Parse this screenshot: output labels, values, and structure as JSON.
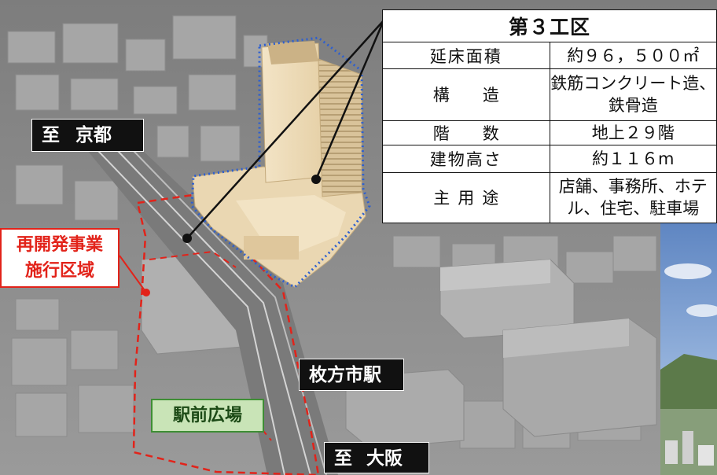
{
  "labels": {
    "kyoto": "至 京都",
    "osaka": "至 大阪",
    "station": "枚方市駅",
    "area_line1": "再開発事業",
    "area_line2": "施行区域",
    "plaza": "駅前広場"
  },
  "spec_table": {
    "title": "第３工区",
    "rows": [
      {
        "key": "延床面積",
        "value": "約９６，５００㎡"
      },
      {
        "key": "構　　造",
        "value": "鉄筋コンクリート造、鉄骨造"
      },
      {
        "key": "階　　数",
        "value": "地上２９階"
      },
      {
        "key": "建物高さ",
        "value": "約１１６m"
      },
      {
        "key": "主用途",
        "value": "店舗、事務所、ホテル、住宅、駐車場"
      }
    ]
  },
  "colors": {
    "area_outline": "#e2231a",
    "building_outline": "#2d5fd0",
    "plaza_fill": "#c9e4b7",
    "label_black": "#111111"
  }
}
